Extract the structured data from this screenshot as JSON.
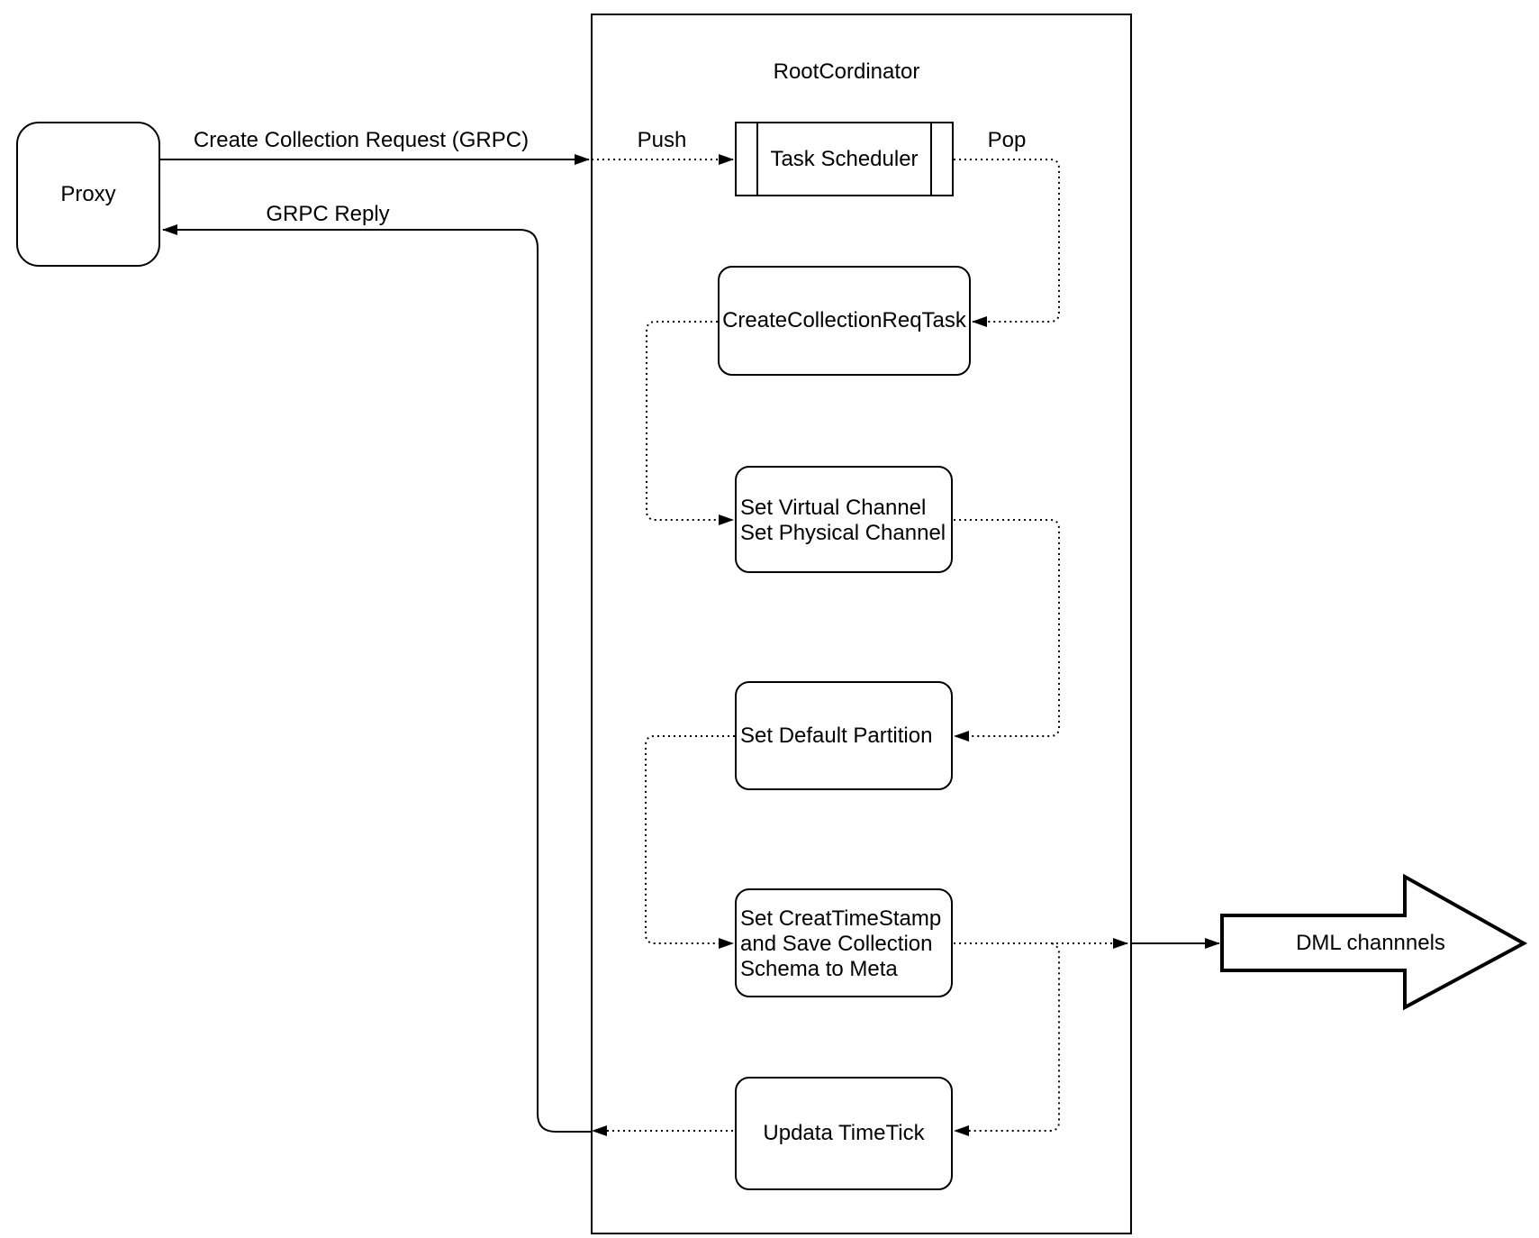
{
  "diagram": {
    "background": "#ffffff",
    "stroke_color": "#000000",
    "proxy": {
      "label": "Proxy"
    },
    "root_coordinator": {
      "title": "RootCordinator"
    },
    "nodes": {
      "task_scheduler": {
        "label": "Task Scheduler"
      },
      "create_collection_req_task": {
        "label": "CreateCollectionReqTask"
      },
      "set_channels": {
        "line1": "Set Virtual Channel",
        "line2": "Set Physical Channel"
      },
      "set_default_partition": {
        "label": "Set Default Partition"
      },
      "set_create_timestamp": {
        "line1": "Set CreatTimeStamp",
        "line2": "and Save Collection",
        "line3": "Schema to Meta"
      },
      "update_timetick": {
        "label": "Updata TimeTick"
      }
    },
    "edge_labels": {
      "create_collection_request": "Create Collection Request (GRPC)",
      "grpc_reply": "GRPC Reply",
      "push": "Push",
      "pop": "Pop"
    },
    "dml_channels": {
      "label": "DML channnels"
    }
  }
}
